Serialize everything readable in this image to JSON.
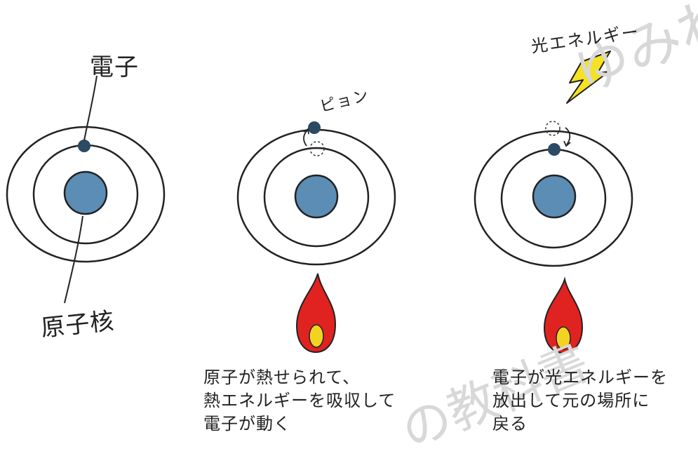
{
  "panels": [
    {
      "electron_label": "電子",
      "nucleus_label": "原子核"
    },
    {
      "jump_label": "ピョン",
      "caption": "原子が熱せられて、\n熱エネルギーを吸収して\n電子が動く"
    },
    {
      "light_label": "光エネルギー",
      "caption": "電子が光エネルギーを\n放出して元の場所に\n戻る"
    }
  ],
  "watermarks": [
    "ゆみね",
    "の教科書"
  ],
  "colors": {
    "nucleus": "#5b8db5",
    "electron": "#2b4a63",
    "orbit": "#222222",
    "flame": "#e02320",
    "flame_core": "#f3d321",
    "lightning": "#f4e223"
  },
  "icons": [
    "flame-icon",
    "flame-icon",
    "lightning-icon"
  ]
}
